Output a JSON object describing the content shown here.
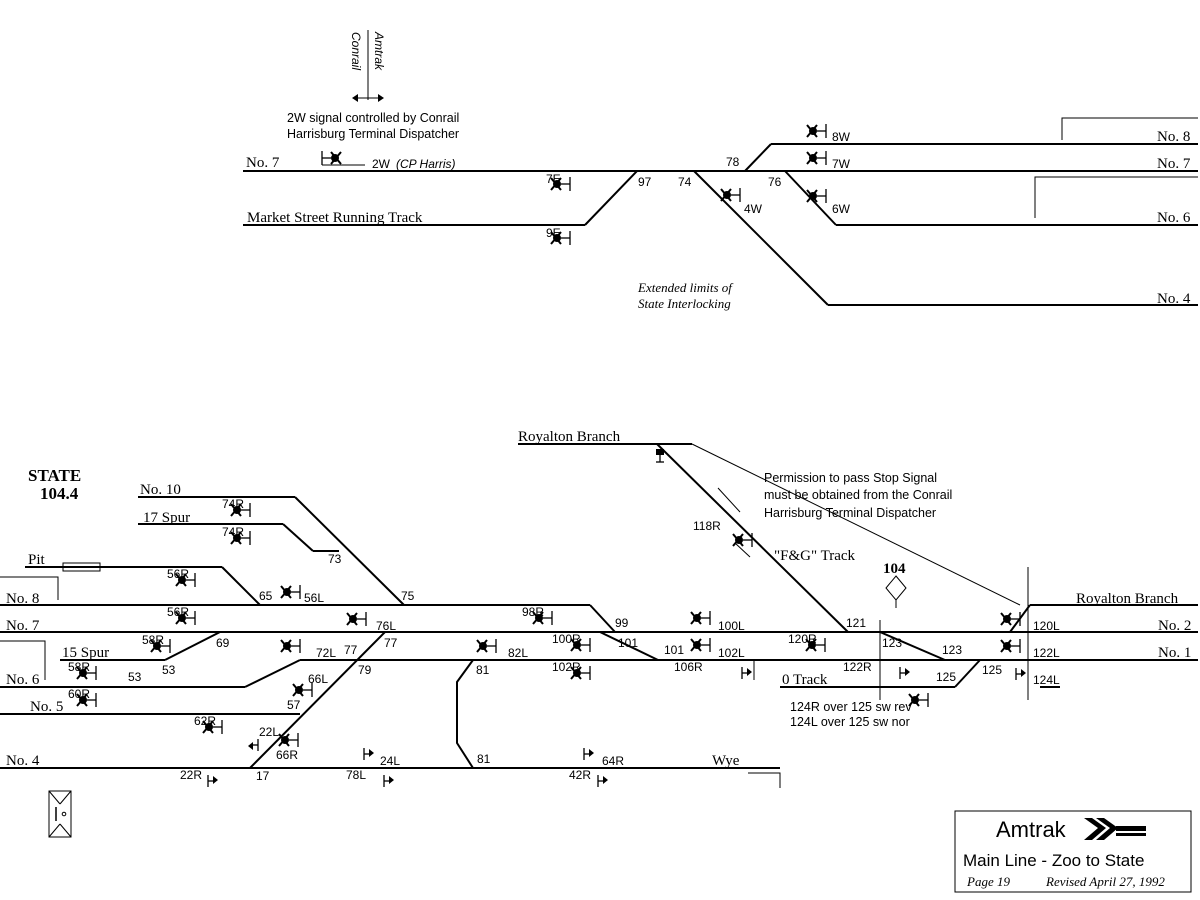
{
  "upper": {
    "direction_labels": {
      "left": "Conrail",
      "right": "Amtrak"
    },
    "note_2w": [
      "2W signal controlled by Conrail",
      "Harrisburg Terminal Dispatcher"
    ],
    "tracks": {
      "no7_left": "No. 7",
      "market": "Market Street Running Track",
      "no8": "No. 8",
      "no7_right": "No. 7",
      "no6": "No. 6",
      "no4": "No. 4"
    },
    "signals": {
      "s2w": "2W",
      "s2w_note": "(CP Harris)",
      "s7e": "7E",
      "s9e": "9E",
      "s8w": "8W",
      "s7w": "7W",
      "s6w": "6W",
      "s4w": "4W"
    },
    "switches": {
      "sw78": "78",
      "sw97": "97",
      "sw74": "74",
      "sw76": "76"
    },
    "limits_note": [
      "Extended limits of",
      "State Interlocking"
    ]
  },
  "lower": {
    "station": {
      "name": "STATE",
      "milepost": "104.4"
    },
    "milepost_marker": "104",
    "royalton_branch_left": "Royalton Branch",
    "royalton_branch_right": "Royalton Branch",
    "permission_note": [
      "Permission to pass Stop Signal",
      "must be obtained from the Conrail",
      "Harrisburg Terminal Dispatcher"
    ],
    "fg_track": "\"F&G\" Track",
    "tracks": {
      "no10": "No. 10",
      "spur17": "17 Spur",
      "pit": "Pit",
      "no8": "No. 8",
      "no7": "No. 7",
      "spur15": "15 Spur",
      "no6": "No. 6",
      "no5": "No. 5",
      "no4": "No. 4",
      "wye": "Wye",
      "no2": "No. 2",
      "no1": "No. 1",
      "zero_track": "0 Track"
    },
    "signals": {
      "s74r_a": "74R",
      "s74r_b": "74R",
      "s56r_a": "56R",
      "s56r_b": "56R",
      "s56l": "56L",
      "s58r_a": "58R",
      "s58r_b": "58R",
      "s60r": "60R",
      "s62r": "62R",
      "s22l": "22L",
      "s22r": "22R",
      "s66l": "66L",
      "s66r": "66R",
      "s72l": "72L",
      "s76l": "76L",
      "s78l": "78L",
      "s24l": "24L",
      "s82l": "82L",
      "s98r": "98R",
      "s100r": "100R",
      "s102r": "102R",
      "s42r": "42R",
      "s64r": "64R",
      "s100l": "100L",
      "s102l": "102L",
      "s106r": "106R",
      "s118r": "118R",
      "s120r": "120R",
      "s122r": "122R",
      "s120l": "120L",
      "s122l": "122L",
      "s124l": "124L"
    },
    "switches": {
      "sw73": "73",
      "sw75": "75",
      "sw65": "65",
      "sw69": "69",
      "sw53": "53",
      "sw57": "57",
      "sw17": "17",
      "sw77a": "77",
      "sw77b": "77",
      "sw79": "79",
      "sw81a": "81",
      "sw81b": "81",
      "sw99": "99",
      "sw101a": "101",
      "sw101b": "101",
      "sw121": "121",
      "sw123a": "123",
      "sw123b": "123",
      "sw125a": "125",
      "sw125b": "125"
    },
    "route_note": [
      "124R over 125 sw rev",
      "124L over 125 sw nor"
    ]
  },
  "title_block": {
    "company": "Amtrak",
    "title": "Main Line - Zoo to State",
    "page": "Page 19",
    "revised": "Revised April 27, 1992"
  }
}
